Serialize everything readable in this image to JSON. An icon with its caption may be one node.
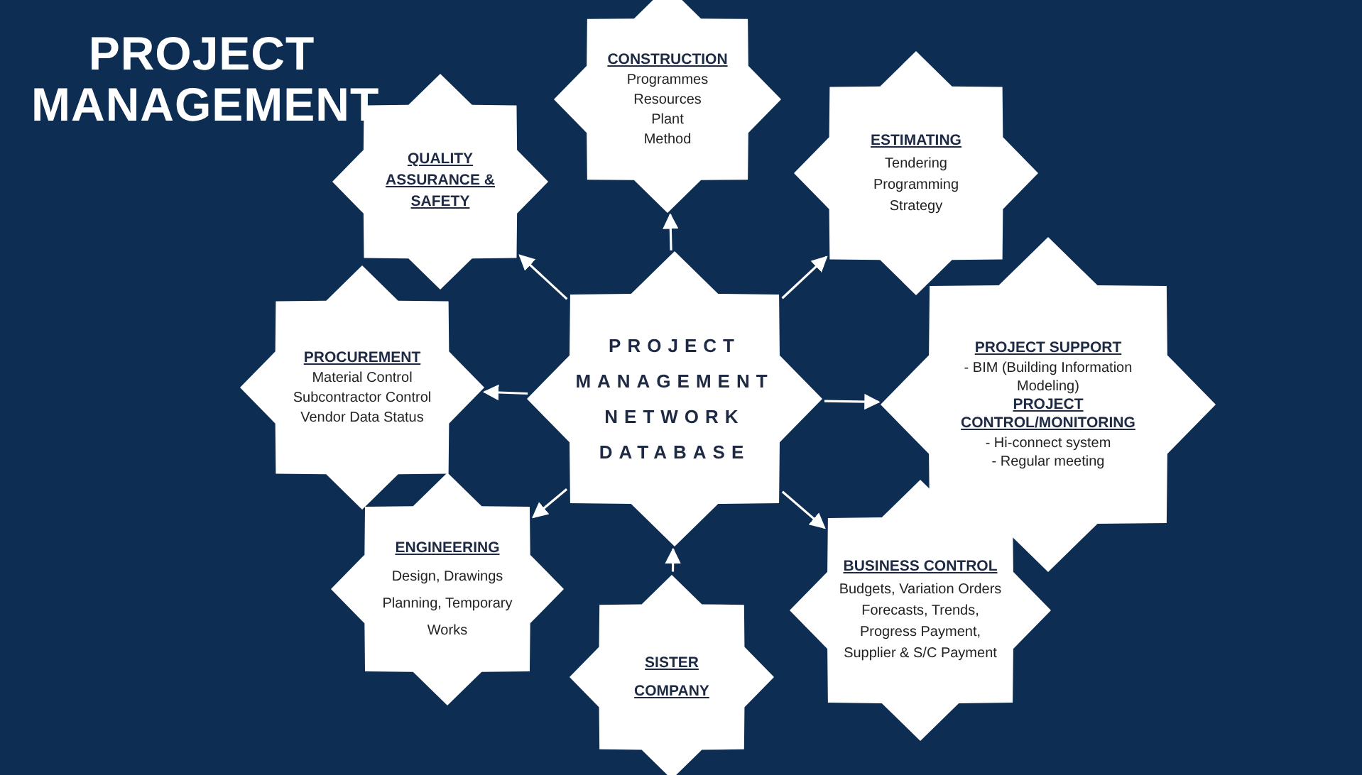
{
  "diagram": {
    "title": "PROJECT MANAGEMENT",
    "nodes": [
      {
        "text": [
          "CONSTRUCTION",
          "Programmes",
          "Resources",
          "Plant",
          "Method"
        ]
      },
      {
        "text": [
          "QUALITY ASSURANCE & SAFETY"
        ]
      },
      {
        "text": [
          "ESTIMATING",
          "Tendering",
          "Programming",
          "Strategy"
        ]
      },
      {
        "text": [
          "PROCUREMENT",
          "Material Control",
          "Subcontractor Control",
          "Vendor Data Status"
        ]
      },
      {
        "text": [
          "PROJECT MANAGEMENT NETWORK DATABASE"
        ]
      },
      {
        "text": [
          "PROJECT SUPPORT",
          "- BIM (Building Information Modeling)",
          "PROJECT CONTROL/MONITORING",
          "- Hi-connect system",
          "- Regular meeting"
        ]
      },
      {
        "text": [
          "ENGINEERING",
          "Design, Drawings",
          "Planning, Temporary Works"
        ]
      },
      {
        "text": [
          "BUSINESS CONTROL",
          "Budgets, Variation Orders",
          "Forecasts, Trends,",
          "Progress Payment,",
          "Supplier & S/C Payment"
        ]
      },
      {
        "text": [
          "SISTER COMPANY"
        ]
      }
    ],
    "edges": [
      {
        "from": 4,
        "to": 0,
        "arrow": "to"
      },
      {
        "from": 4,
        "to": 1,
        "arrow": "to"
      },
      {
        "from": 4,
        "to": 2,
        "arrow": "to"
      },
      {
        "from": 4,
        "to": 3,
        "arrow": "to"
      },
      {
        "from": 4,
        "to": 5,
        "arrow": "to"
      },
      {
        "from": 4,
        "to": 6,
        "arrow": "to"
      },
      {
        "from": 4,
        "to": 7,
        "arrow": "to"
      },
      {
        "from": 8,
        "to": 4,
        "arrow": "to"
      }
    ]
  }
}
